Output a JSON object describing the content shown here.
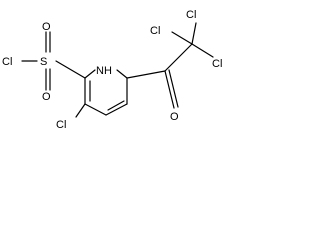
{
  "structure": {
    "atoms": {
      "cl_sulfonyl": "Cl",
      "s": "S",
      "o_up": "O",
      "o_down": "O",
      "nh": "NH",
      "cl_ring": "Cl",
      "o_carbonyl": "O",
      "cl_1": "Cl",
      "cl_2": "Cl",
      "cl_3": "Cl"
    }
  }
}
